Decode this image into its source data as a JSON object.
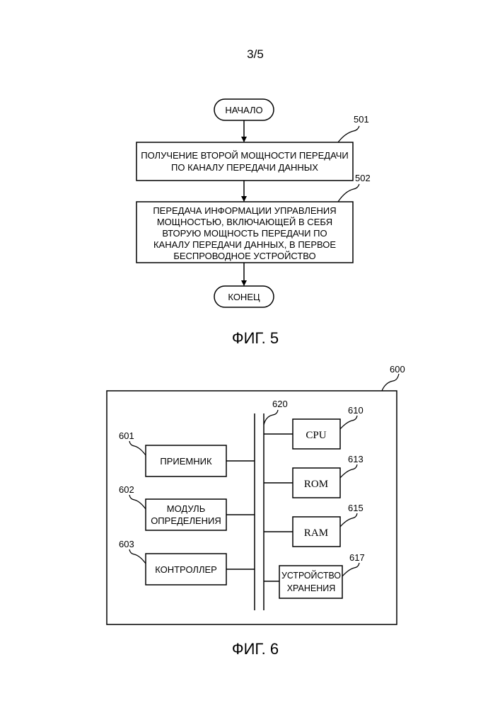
{
  "page": {
    "number": "3/5"
  },
  "fig5": {
    "caption": "ФИГ. 5",
    "start": "НАЧАЛО",
    "end": "КОНЕЦ",
    "steps": [
      {
        "ref": "501",
        "lines": [
          "ПОЛУЧЕНИЕ ВТОРОЙ МОЩНОСТИ ПЕРЕДАЧИ",
          "ПО КАНАЛУ ПЕРЕДАЧИ ДАННЫХ"
        ]
      },
      {
        "ref": "502",
        "lines": [
          "ПЕРЕДАЧА ИНФОРМАЦИИ УПРАВЛЕНИЯ",
          "МОЩНОСТЬЮ, ВКЛЮЧАЮЩЕЙ В СЕБЯ",
          "ВТОРУЮ МОЩНОСТЬ ПЕРЕДАЧИ ПО",
          "КАНАЛУ ПЕРЕДАЧИ ДАННЫХ, В ПЕРВОЕ",
          "БЕСПРОВОДНОЕ УСТРОЙСТВО"
        ]
      }
    ]
  },
  "fig6": {
    "caption": "ФИГ. 6",
    "device_ref": "600",
    "bus_ref": "620",
    "left_blocks": [
      {
        "ref": "601",
        "lines": [
          "ПРИЕМНИК"
        ]
      },
      {
        "ref": "602",
        "lines": [
          "МОДУЛЬ",
          "ОПРЕДЕЛЕНИЯ"
        ]
      },
      {
        "ref": "603",
        "lines": [
          "КОНТРОЛЛЕР"
        ]
      }
    ],
    "right_blocks": [
      {
        "ref": "610",
        "lines": [
          "CPU"
        ]
      },
      {
        "ref": "613",
        "lines": [
          "ROM"
        ]
      },
      {
        "ref": "615",
        "lines": [
          "RAM"
        ]
      },
      {
        "ref": "617",
        "lines": [
          "УСТРОЙСТВО",
          "ХРАНЕНИЯ"
        ]
      }
    ]
  }
}
